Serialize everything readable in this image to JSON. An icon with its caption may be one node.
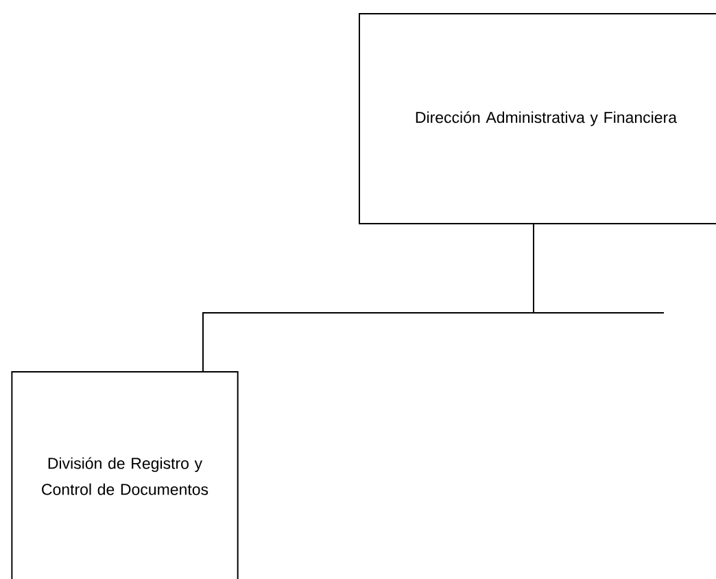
{
  "diagram": {
    "nodes": [
      {
        "text": [
          "Dirección Administrativa y Financiera"
        ]
      },
      {
        "text": [
          "División de Registro y Control de Documentos"
        ]
      }
    ],
    "edges": [
      {
        "from": 0,
        "to": 1,
        "arrow": "none"
      }
    ]
  }
}
